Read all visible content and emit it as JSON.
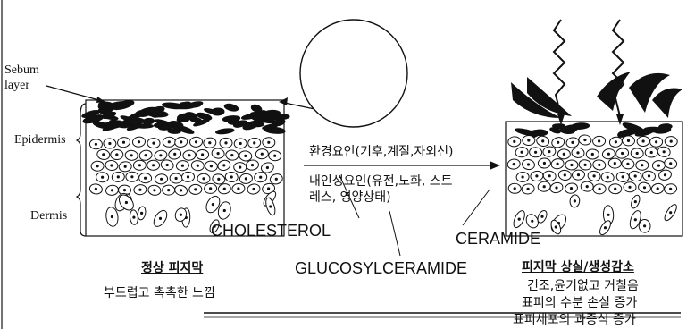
{
  "layers": {
    "sebum": [
      "Sebum",
      "layer"
    ],
    "epidermis": "Epidermis",
    "dermis": "Dermis"
  },
  "factors": {
    "environmental": "환경요인(기후,계절,자외선)",
    "internal_line1": "내인성요인(유전,노화, 스트",
    "internal_line2": "레스, 영양상태)"
  },
  "lipids": {
    "cholesterol": "CHOLESTEROL",
    "ceramide": "CERAMIDE",
    "glucosylceramide": "GLUCOSYLCERAMIDE"
  },
  "normal": {
    "title": "정상 피지막",
    "description": "부드럽고 촉촉한 느낌"
  },
  "damaged": {
    "title": "피지막 상실/생성감소",
    "lines": [
      "건조,윤기없고 거칠음",
      "표피의 수분 손실 증가",
      "표피세포의 과증식 증가"
    ]
  },
  "colors": {
    "ink": "#111111",
    "paper": "#ffffff"
  }
}
